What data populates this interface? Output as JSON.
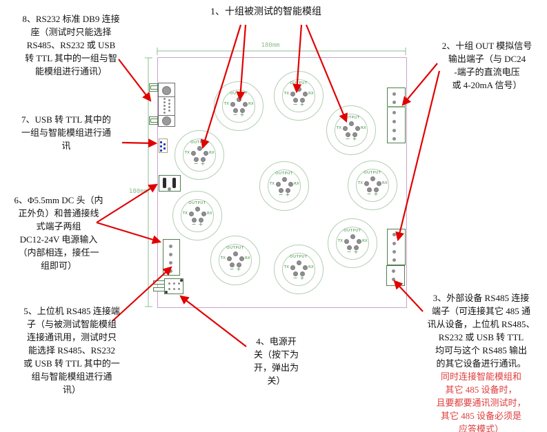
{
  "annotations": {
    "note1": "1、十组被测试的智能模组",
    "note2": "2、十组 OUT 模拟信号\n输出端子（与 DC24\n-端子的直流电压\n或 4-20mA 信号）",
    "note3_black": "3、外部设备 RS485 连接\n端子（可连接其它 485 通\n讯从设备，上位机 RS485、\nRS232 或 USB 转 TTL\n均可与这个 RS485 输出\n的其它设备进行通讯。",
    "note3_red": "同时连接智能模组和\n其它 485 设备时，\n且要都要通讯测试时，\n其它 485 设备必须是\n应答模式）",
    "note4": "4、电源开\n关（按下为\n开，弹出为\n关）",
    "note5": "5、上位机 RS485 连接端\n子（与被测试智能模组\n连接通讯用，测试时只\n能选择 RS485、RS232\n或 USB 转 TTL 其中的一\n组与智能模组进行通\n讯）",
    "note6": "6、Φ5.5mm DC 头（内\n正外负）和普通接线\n式端子两组\nDC12-24V 电源输入\n（内部相连，接任一\n组即可）",
    "note7": "7、USB 转 TTL 其中的\n一组与智能模组进行通\n讯",
    "note8": "8、RS232 标准 DB9 连接\n座（测试时只能选择\nRS485、RS232 或 USB\n转 TTL 其中的一组与智\n能模组进行通讯）"
  },
  "dimensions": {
    "top_label": "180mm",
    "left_label": "180mm"
  },
  "module_labels": {
    "count": 10,
    "output": "OUTPUT",
    "tx": "TX",
    "rx": "RX",
    "minus": "−",
    "plus": "+"
  },
  "colors": {
    "arrow": "#e10000",
    "warning_text": "#e03c3c",
    "board_border": "#c9a3c9",
    "dimension": "#8bbf8b",
    "module_outline": "#b2ceb2",
    "module_text": "#3f8f3f",
    "pad": "#8f8f8f",
    "component_outline": "#4e7e4e",
    "usb_pin": "#2e3fb4"
  }
}
